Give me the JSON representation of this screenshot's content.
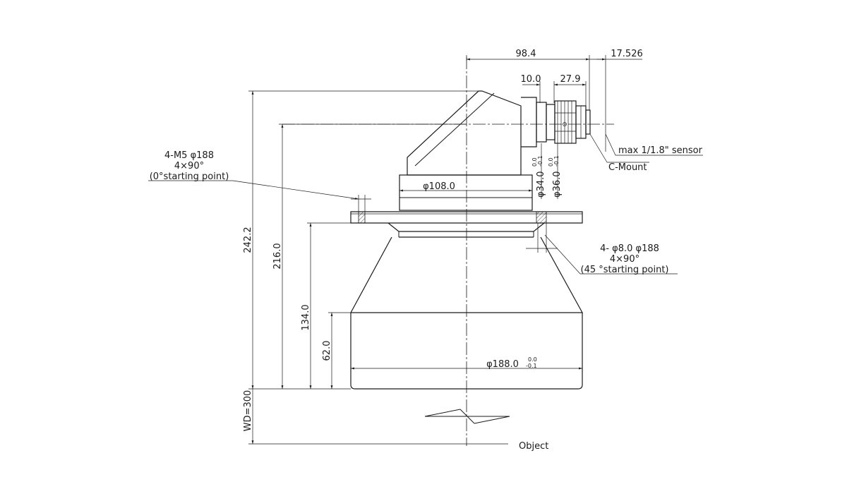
{
  "dimensions": {
    "top_length": "98.4",
    "sensor_offset": "17.526",
    "cmount_gap": "10.0",
    "cmount_length": "27.9",
    "dia_34": "φ34.0",
    "dia_36": "φ36.0",
    "tol_upper": "0.0",
    "tol_lower": "-0.1",
    "dia_108": "φ108.0",
    "dia_188": "φ188.0",
    "height_total": "242.2",
    "height_axis": "216.0",
    "height_flange": "134.0",
    "height_body": "62.0",
    "working_distance": "WD=300"
  },
  "labels": {
    "sensor": "max 1/1.8\" sensor",
    "cmount": "C-Mount",
    "object": "Object",
    "thread_note": [
      "4-M5 φ188",
      "4×90°",
      "(0°starting point)"
    ],
    "hole_note": [
      "4- φ8.0   φ188",
      "4×90°",
      "(45 °starting point)"
    ]
  }
}
